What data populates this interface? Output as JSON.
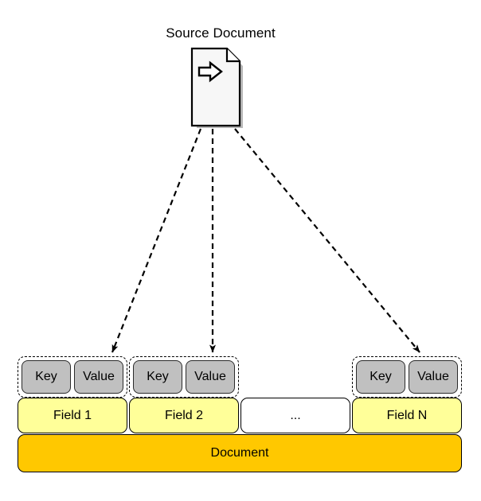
{
  "diagram": {
    "title": "Source Document",
    "source_icon": {
      "name": "document-page-icon",
      "glyph": "right-arrow",
      "fill": "#f7f7f7",
      "stroke": "#000000"
    },
    "connectors": [
      {
        "name": "source-to-field-1",
        "style": "dashed",
        "arrow": "filled-triangle"
      },
      {
        "name": "source-to-field-2",
        "style": "dashed",
        "arrow": "filled-triangle"
      },
      {
        "name": "source-to-field-n",
        "style": "dashed",
        "arrow": "filled-triangle"
      }
    ],
    "key_label": "Key",
    "value_label": "Value",
    "fields": [
      {
        "label": "Field 1",
        "has_kv": true,
        "fill": "#ffff99"
      },
      {
        "label": "Field 2",
        "has_kv": true,
        "fill": "#ffff99"
      },
      {
        "label": "...",
        "has_kv": false,
        "fill": "#ffffff"
      },
      {
        "label": "Field N",
        "has_kv": true,
        "fill": "#ffff99"
      }
    ],
    "document_bar": {
      "label": "Document",
      "fill": "#ffc800"
    },
    "colors": {
      "key_value_fill": "#c0c0c0",
      "field_fill": "#ffff99",
      "empty_field_fill": "#ffffff",
      "document_fill": "#ffc800",
      "stroke": "#000000"
    }
  }
}
